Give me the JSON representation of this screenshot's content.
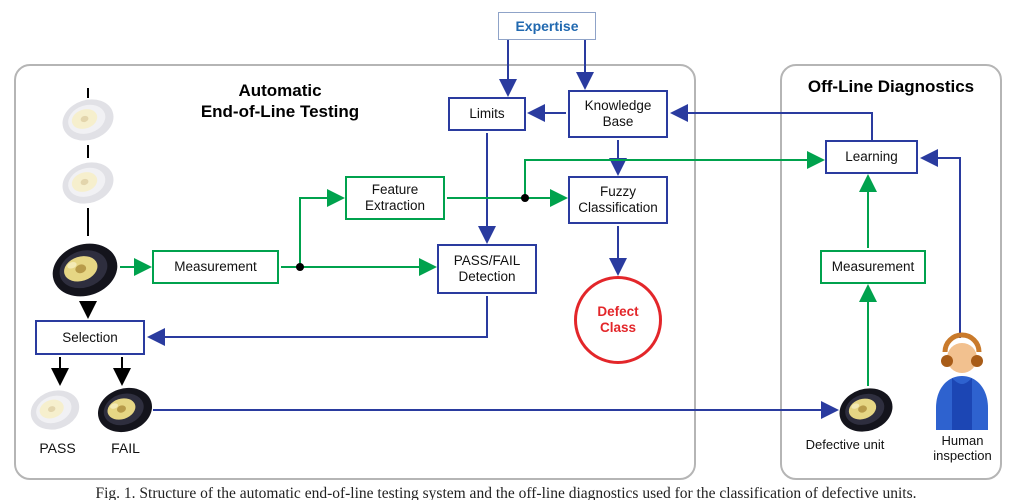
{
  "expertise_label": "Expertise",
  "auto_panel": {
    "title1": "Automatic",
    "title2": "End-of-Line Testing",
    "measurement": "Measurement",
    "feature1": "Feature",
    "feature2": "Extraction",
    "limits": "Limits",
    "kb1": "Knowledge",
    "kb2": "Base",
    "fuzzy1": "Fuzzy",
    "fuzzy2": "Classification",
    "pf1": "PASS/FAIL",
    "pf2": "Detection",
    "defect1": "Defect",
    "defect2": "Class",
    "selection": "Selection",
    "pass": "PASS",
    "fail": "FAIL"
  },
  "offline_panel": {
    "title": "Off-Line Diagnostics",
    "learning": "Learning",
    "measurement": "Measurement",
    "defective_unit": "Defective unit",
    "human1": "Human",
    "human2": "inspection"
  },
  "caption": "Fig. 1. Structure of the automatic end-of-line testing system and the off-line diagnostics used for the classification of defective units.",
  "colors": {
    "blue_arrows_and_boxes": "#2a3b9f",
    "green_arrows_and_boxes": "#00a24d",
    "defect_class_red": "#e3262a",
    "expertise_text_blue": "#2169b0",
    "panel_border_gray": "#b5b5b5"
  }
}
